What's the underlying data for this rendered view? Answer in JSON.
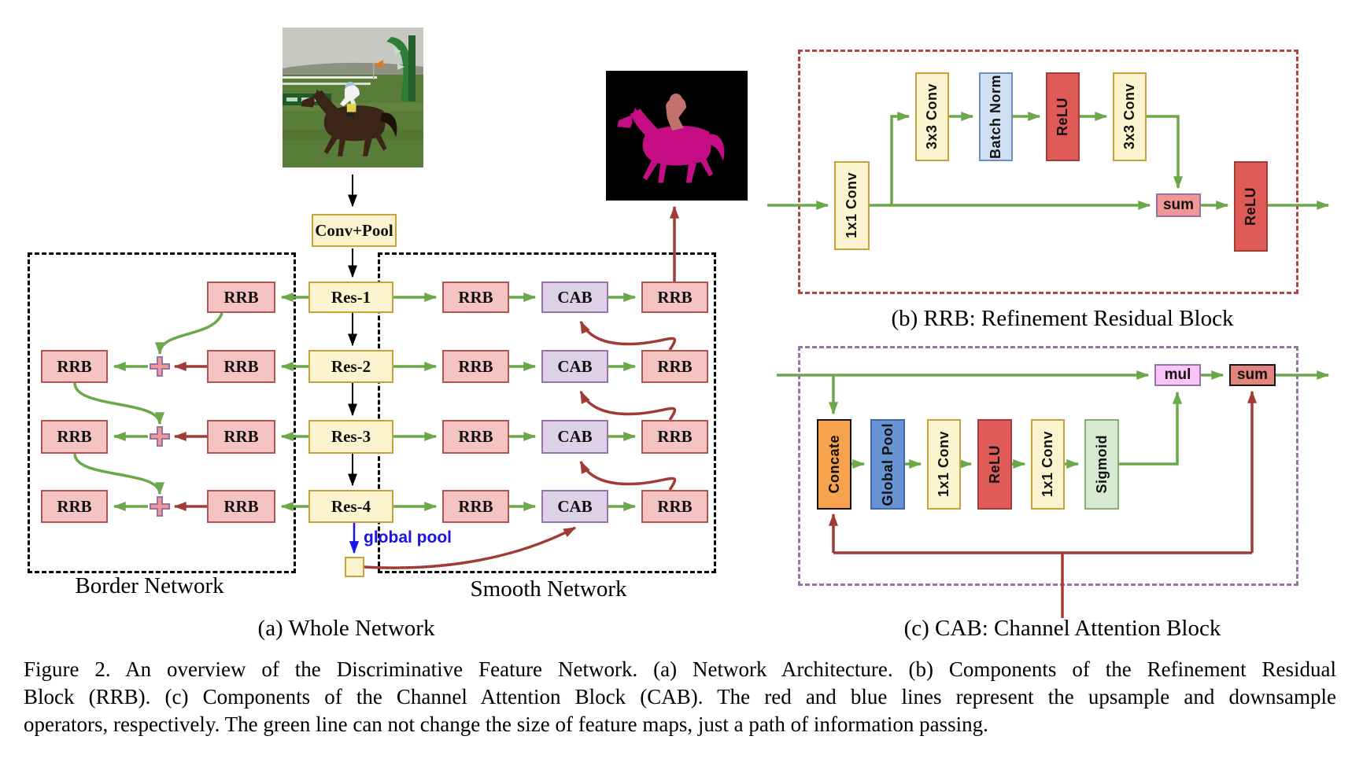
{
  "panel_a": {
    "conv_pool_label": "Conv+Pool",
    "res_labels": [
      "Res-1",
      "Res-2",
      "Res-3",
      "Res-4"
    ],
    "rrb_label": "RRB",
    "cab_label": "CAB",
    "global_pool_label": "global pool",
    "border_network_label": "Border Network",
    "smooth_network_label": "Smooth Network",
    "caption": "(a) Whole Network"
  },
  "panel_b": {
    "conv_1x1": "1x1 Conv",
    "conv_3x3_a": "3x3 Conv",
    "batch_norm": "Batch Norm",
    "relu_a": "ReLU",
    "conv_3x3_b": "3x3 Conv",
    "sum": "sum",
    "relu_b": "ReLU",
    "caption": "(b) RRB: Refinement Residual Block"
  },
  "panel_c": {
    "concate": "Concate",
    "global_pool": "Global Pool",
    "conv_1x1_a": "1x1 Conv",
    "relu": "ReLU",
    "conv_1x1_b": "1x1 Conv",
    "sigmoid": "Sigmoid",
    "mul": "mul",
    "sum": "sum",
    "caption": "(c) CAB: Channel Attention Block"
  },
  "figure_caption": {
    "line1": "Figure 2. An overview of the Discriminative Feature Network.  (a) Network Architecture.  (b) Components of the Refinement Residual",
    "line2": "Block (RRB). (c) Components of the Channel Attention Block (CAB). The red and blue lines represent the upsample and downsample",
    "line3": "operators, respectively. The green line can not change the size of feature maps, just a path of information passing."
  },
  "colors": {
    "green_line": "#6BA84A",
    "red_line": "#A13B38",
    "blue_line": "#1A12E8",
    "black_line": "#000000",
    "yellow_fill": "#FCF3CF",
    "pink_fill": "#F5C3C2",
    "purple_fill": "#DDD1E7",
    "mask_magenta": "#C60D85",
    "rider_mask": "#C2716C"
  }
}
